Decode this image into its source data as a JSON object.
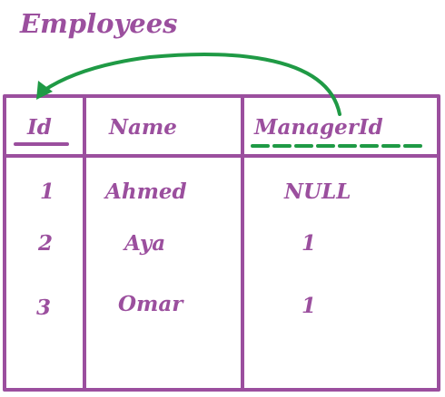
{
  "table": {
    "title": "Employees",
    "columns": {
      "id": "Id",
      "name": "Name",
      "manager_id": "ManagerId"
    },
    "rows": [
      {
        "id": "1",
        "name": "Ahmed",
        "manager_id": "NULL"
      },
      {
        "id": "2",
        "name": "Aya",
        "manager_id": "1"
      },
      {
        "id": "3",
        "name": "Omar",
        "manager_id": "1"
      }
    ]
  },
  "colors": {
    "ink": "#9b4f9e",
    "table_border": "#9b4f9e",
    "foreign_key_arrow": "#1f9a45",
    "primary_key_underline": "#9b4f9e",
    "foreign_key_underline": "#1f9a45"
  }
}
